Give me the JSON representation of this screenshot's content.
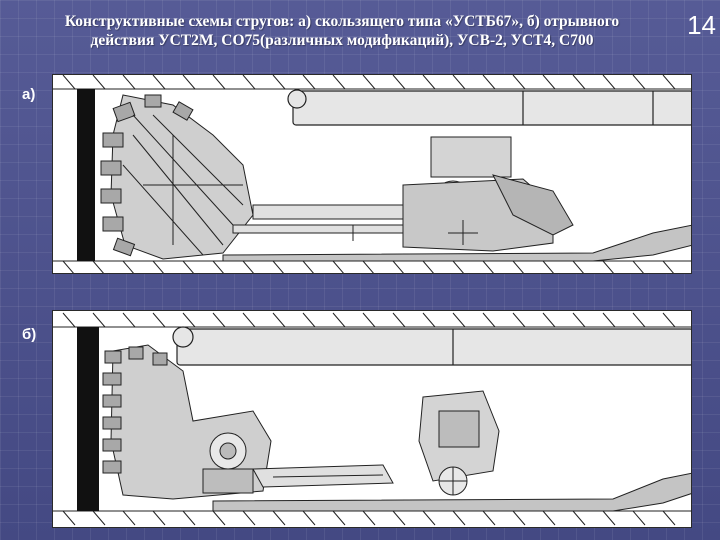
{
  "slide": {
    "title_line1": "Конструктивные схемы стругов: а) скользящего типа «УСТБ67», б) отрывного",
    "title_line2": "действия УСТ2М, СО75(различных модификаций), УСВ-2, УСТ4, С700",
    "page_number": "14"
  },
  "diagrams": [
    {
      "label": "а)"
    },
    {
      "label": "б)"
    }
  ],
  "colors": {
    "background": "#4a4f8a",
    "text": "#ffffff",
    "drawing_fill": "#d9d9d9",
    "drawing_stroke": "#222222"
  }
}
